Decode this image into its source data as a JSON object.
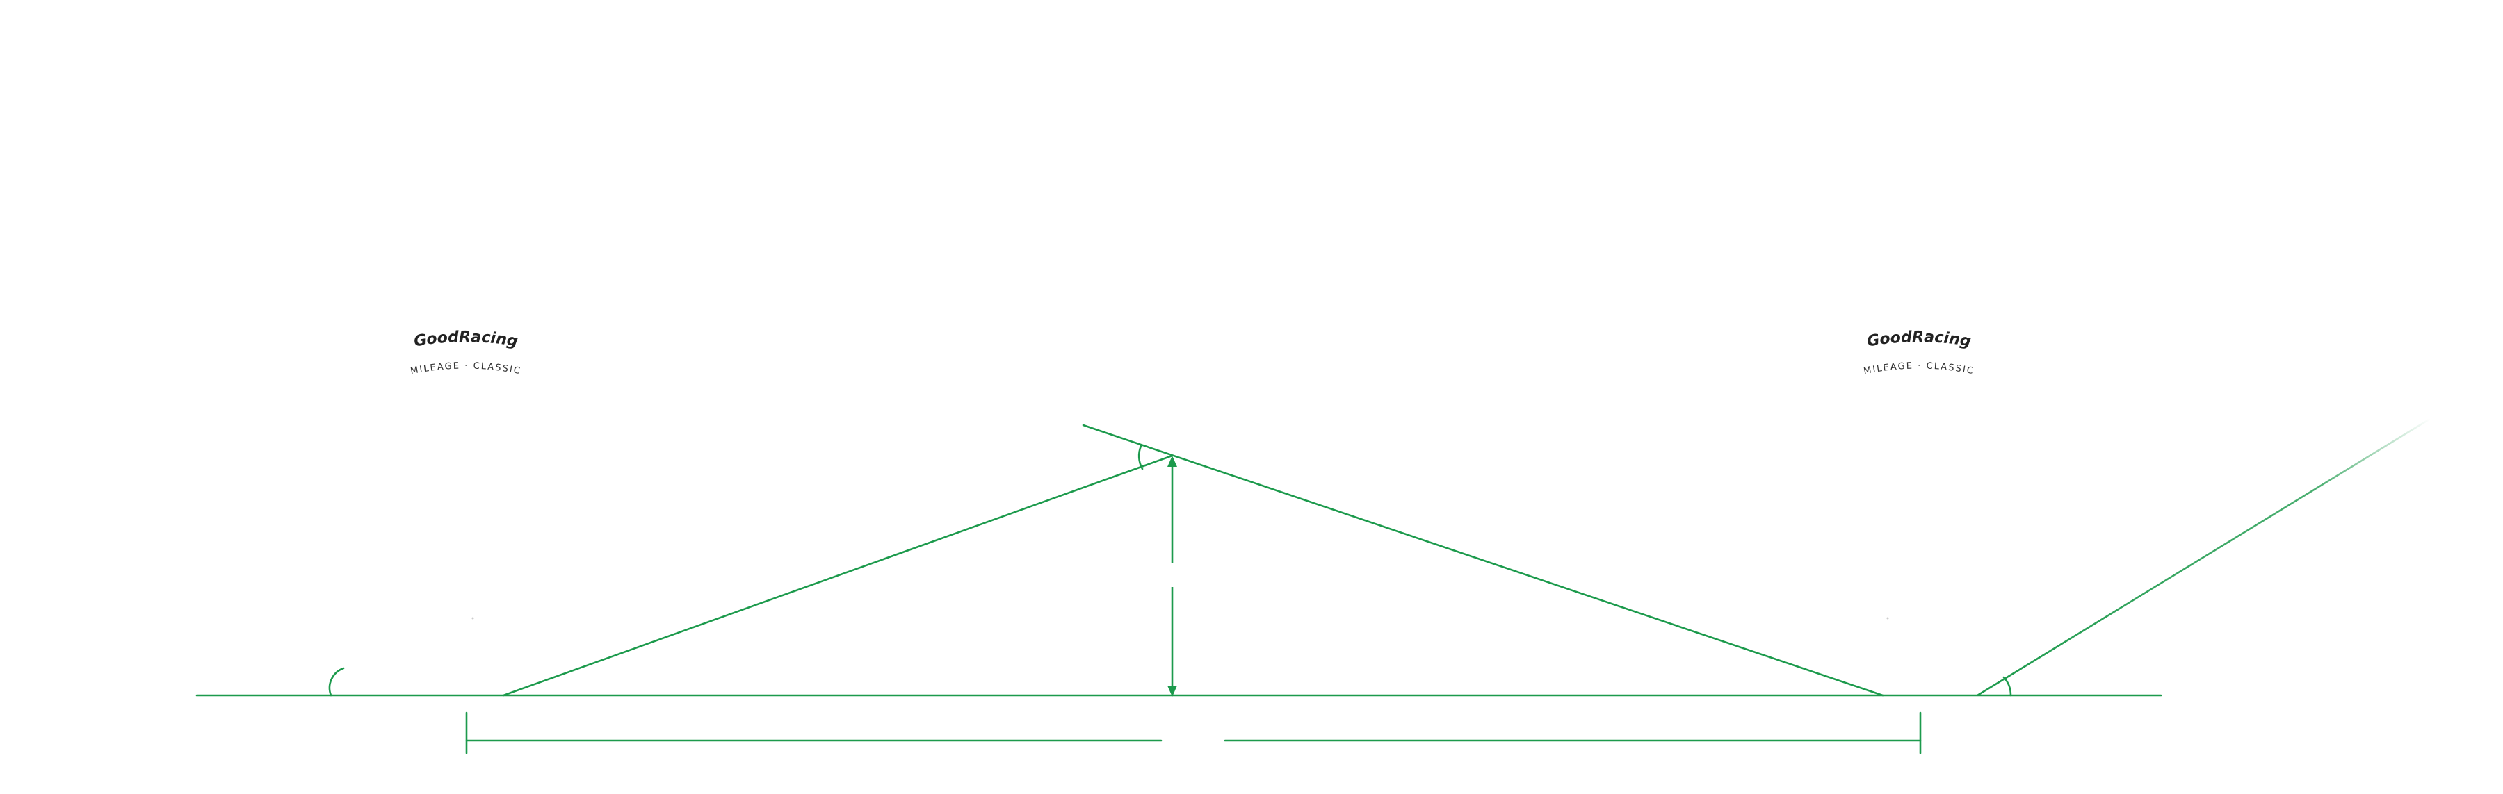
{
  "diagram": {
    "stroke_color": "#1c9a4c",
    "background": "#ffffff"
  },
  "logos": {
    "left": {
      "brand": "GoodRacing",
      "model": "MILEAGE · CLASSIC"
    },
    "right": {
      "brand": "GoodRacing",
      "model": "MILEAGE · CLASSIC"
    }
  }
}
